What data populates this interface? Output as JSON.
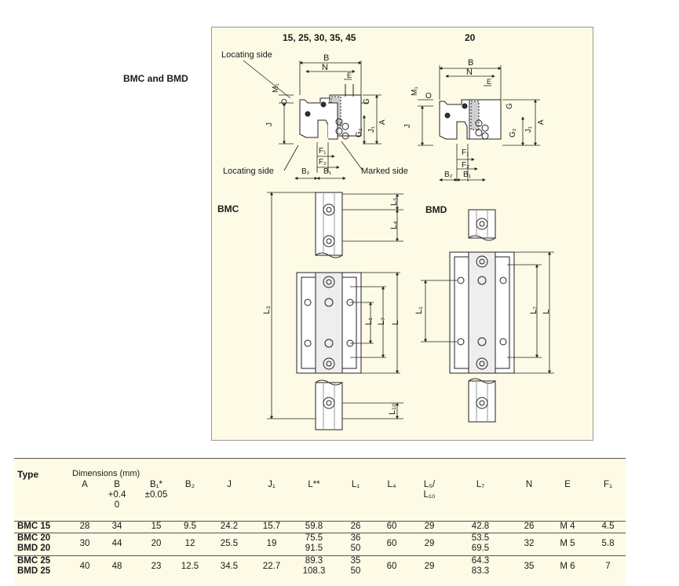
{
  "labels": {
    "bmc_and_bmd": "BMC and BMD",
    "sizes_left": "15, 25, 30, 35, 45",
    "sizes_right": "20",
    "locating_side_top": "Locating side",
    "locating_side_bottom": "Locating side",
    "marked_side": "Marked side",
    "bmc": "BMC",
    "bmd": "BMD"
  },
  "dims": {
    "B": "B",
    "N": "N",
    "E": "E",
    "M1": "M₁",
    "O": "O",
    "J": "J",
    "G": "G",
    "A": "A",
    "J1": "J₁",
    "G2": "G₂",
    "F1": "F₁",
    "F2": "F₂",
    "B2": "B₂",
    "B1": "B₁",
    "L5": "L₅",
    "L4": "L₄",
    "L3": "L₃",
    "L1": "L₁",
    "L7": "L₇",
    "L": "L",
    "L10": "L₁₀"
  },
  "table": {
    "type_header": "Type",
    "dims_header": "Dimensions (mm)",
    "columns": [
      {
        "line1": "A",
        "line2": "",
        "line3": ""
      },
      {
        "line1": "B",
        "line2": "+0.4",
        "line3": "0"
      },
      {
        "line1": "B₁*",
        "line2": "±0.05",
        "line3": ""
      },
      {
        "line1": "B₂",
        "line2": "",
        "line3": ""
      },
      {
        "line1": "J",
        "line2": "",
        "line3": ""
      },
      {
        "line1": "J₁",
        "line2": "",
        "line3": ""
      },
      {
        "line1": "L**",
        "line2": "",
        "line3": ""
      },
      {
        "line1": "L₁",
        "line2": "",
        "line3": ""
      },
      {
        "line1": "L₄",
        "line2": "",
        "line3": ""
      },
      {
        "line1": "L₅/",
        "line2": "L₁₀",
        "line3": ""
      },
      {
        "line1": "L₇",
        "line2": "",
        "line3": ""
      },
      {
        "line1": "N",
        "line2": "",
        "line3": ""
      },
      {
        "line1": "E",
        "line2": "",
        "line3": ""
      },
      {
        "line1": "F₁",
        "line2": "",
        "line3": ""
      }
    ],
    "rows": [
      {
        "types": [
          "BMC 15"
        ],
        "A": "28",
        "B": "34",
        "B1": "15",
        "B2": "9.5",
        "J": "24.2",
        "J1": "15.7",
        "L": [
          "59.8"
        ],
        "L1": [
          "26"
        ],
        "L4": "60",
        "L5": "29",
        "L7": [
          "42.8"
        ],
        "N": "26",
        "E": "M  4",
        "F1": "4.5"
      },
      {
        "types": [
          "BMC 20",
          "BMD 20"
        ],
        "A": "30",
        "B": "44",
        "B1": "20",
        "B2": "12",
        "J": "25.5",
        "J1": "19",
        "L": [
          "75.5",
          "91.5"
        ],
        "L1": [
          "36",
          "50"
        ],
        "L4": "60",
        "L5": "29",
        "L7": [
          "53.5",
          "69.5"
        ],
        "N": "32",
        "E": "M  5",
        "F1": "5.8"
      },
      {
        "types": [
          "BMC 25",
          "BMD 25"
        ],
        "A": "40",
        "B": "48",
        "B1": "23",
        "B2": "12.5",
        "J": "34.5",
        "J1": "22.7",
        "L": [
          "89.3",
          "108.3"
        ],
        "L1": [
          "35",
          "50"
        ],
        "L4": "60",
        "L5": "29",
        "L7": [
          "64.3",
          "83.3"
        ],
        "N": "35",
        "E": "M  6",
        "F1": "7"
      }
    ]
  }
}
